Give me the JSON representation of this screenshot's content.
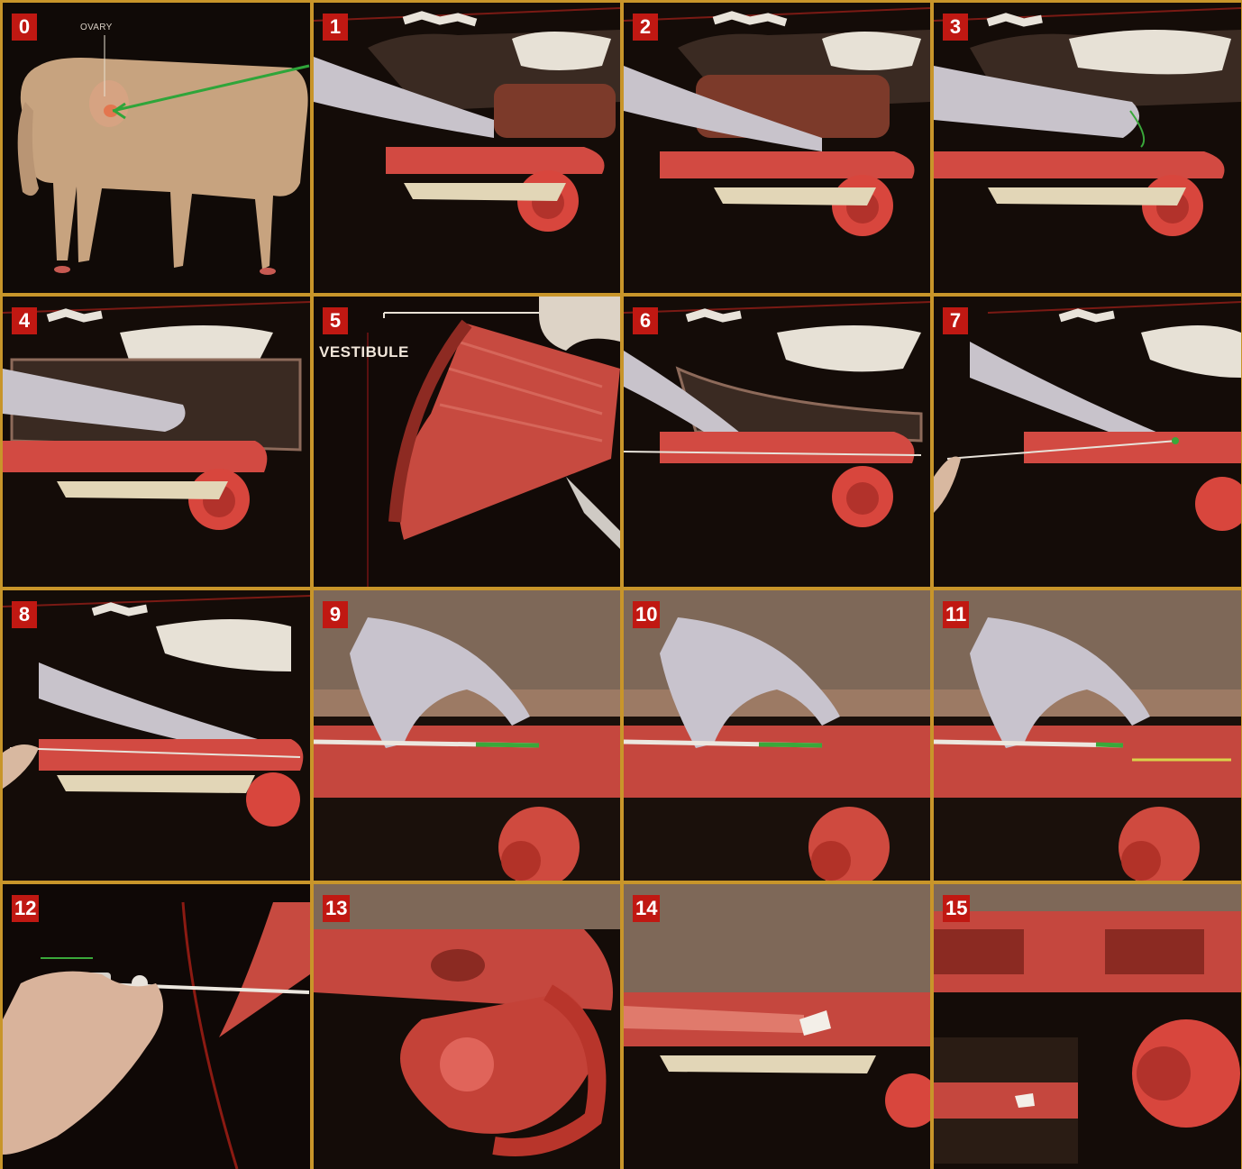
{
  "panels": [
    {
      "number": "0",
      "label": "OVARY"
    },
    {
      "number": "1"
    },
    {
      "number": "2"
    },
    {
      "number": "3"
    },
    {
      "number": "4"
    },
    {
      "number": "5",
      "label": "VESTIBULE"
    },
    {
      "number": "6"
    },
    {
      "number": "7"
    },
    {
      "number": "8"
    },
    {
      "number": "9"
    },
    {
      "number": "10"
    },
    {
      "number": "11"
    },
    {
      "number": "12"
    },
    {
      "number": "13"
    },
    {
      "number": "14"
    },
    {
      "number": "15"
    }
  ],
  "colors": {
    "frame": "#c8952a",
    "background": "#120b08",
    "badge": "#c01812",
    "tissue": "#d9534a",
    "glove": "#c9c4cc",
    "catheter_tip": "#3aa83a"
  }
}
